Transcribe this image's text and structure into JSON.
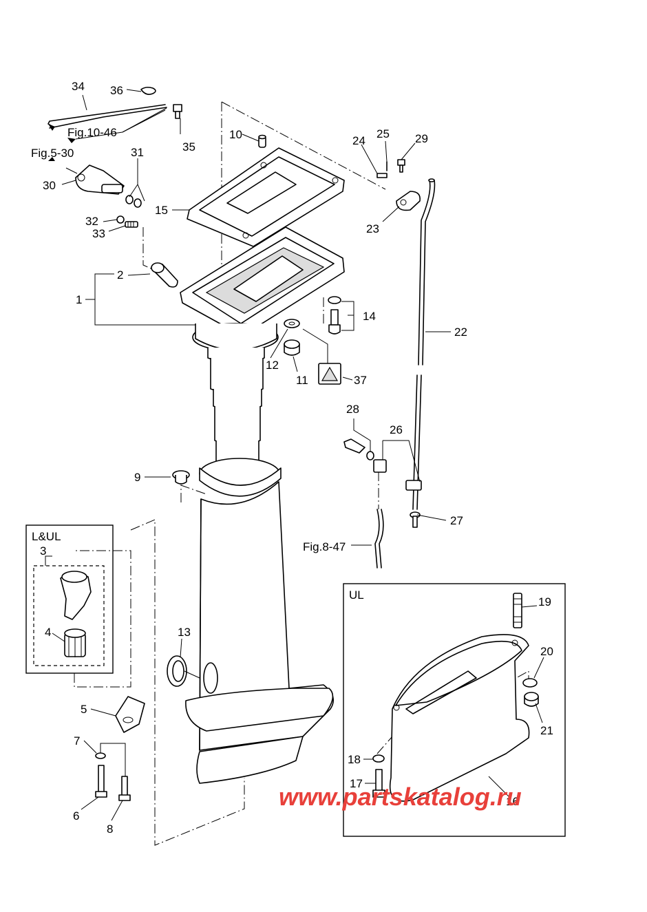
{
  "callouts": {
    "c1": "1",
    "c2": "2",
    "c3": "3",
    "c4": "4",
    "c5": "5",
    "c6": "6",
    "c7": "7",
    "c8": "8",
    "c9": "9",
    "c10": "10",
    "c11": "11",
    "c12": "12",
    "c13": "13",
    "c14": "14",
    "c15": "15",
    "c16": "16",
    "c17": "17",
    "c18": "18",
    "c19": "19",
    "c20": "20",
    "c21": "21",
    "c22": "22",
    "c23": "23",
    "c24": "24",
    "c25": "25",
    "c26": "26",
    "c27": "27",
    "c28": "28",
    "c29": "29",
    "c30": "30",
    "c31": "31",
    "c32": "32",
    "c33": "33",
    "c34": "34",
    "c35": "35",
    "c36": "36",
    "c37": "37"
  },
  "references": {
    "fig_10_46": "Fig.10-46",
    "fig_5_30": "Fig.5-30",
    "fig_8_47": "Fig.8-47"
  },
  "boxes": {
    "left_box_label": "L&UL",
    "right_box_label": "UL"
  },
  "watermark": "www.partskatalog.ru"
}
